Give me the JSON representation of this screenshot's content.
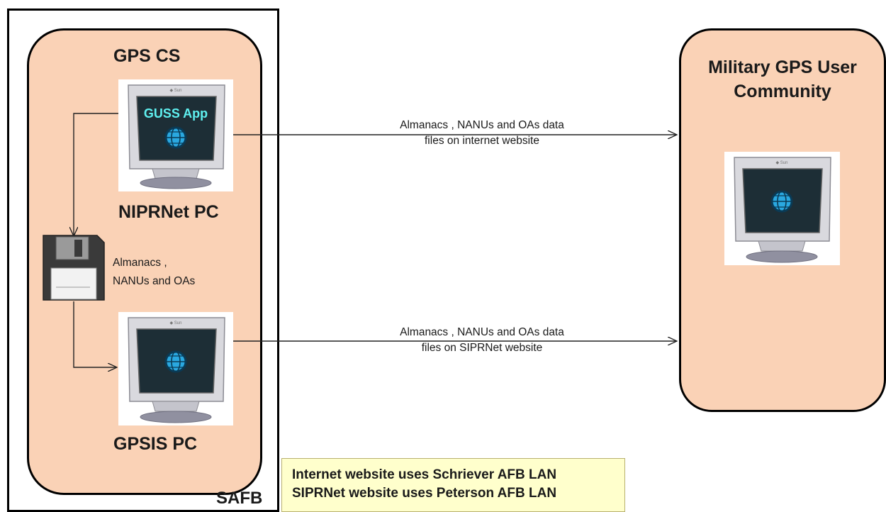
{
  "containers": {
    "safb_label": "SAFB",
    "gpscs_label": "GPS CS",
    "user_community_label": "Military GPS User Community"
  },
  "computers": {
    "niprnet": {
      "label": "NIPRNet PC",
      "screen_text": "GUSS App"
    },
    "gpsis": {
      "label": "GPSIS PC"
    },
    "user": {
      "label": ""
    }
  },
  "disk": {
    "label_line1": "Almanacs ,",
    "label_line2": "NANUs and OAs"
  },
  "arrows": {
    "internet": {
      "line1": "Almanacs , NANUs and OAs data",
      "line2": "files on internet website"
    },
    "siprnet": {
      "line1": "Almanacs , NANUs and OAs data",
      "line2": "files on SIPRNet website"
    }
  },
  "note": {
    "line1": "Internet website uses Schriever AFB LAN",
    "line2": "SIPRNet website uses Peterson AFB LAN"
  },
  "colors": {
    "box_fill": "#fad2b6",
    "note_fill": "#ffffcc",
    "screen_text": "#5ff0f0",
    "globe": "#2aa8e0"
  }
}
